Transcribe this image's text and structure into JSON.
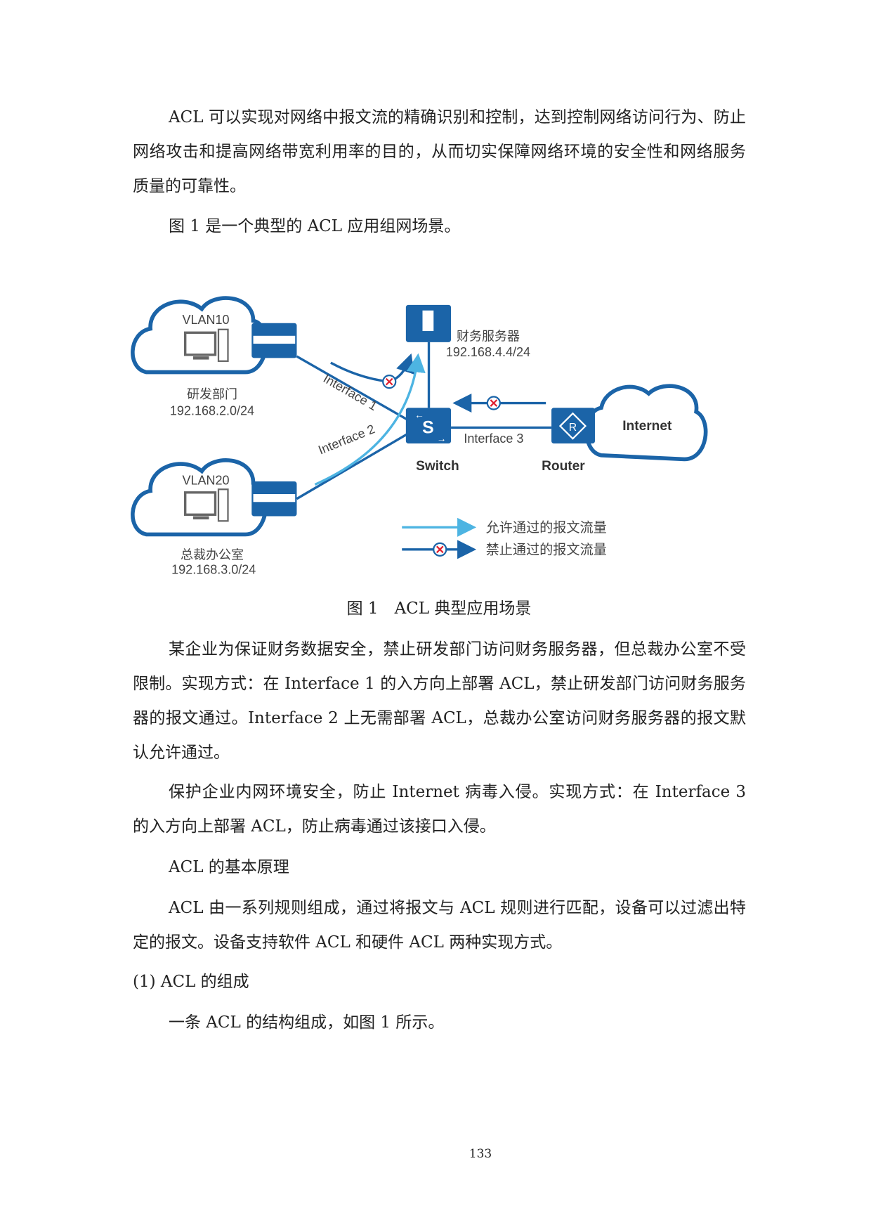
{
  "paragraphs": {
    "p1": "ACL 可以实现对网络中报文流的精确识别和控制，达到控制网络访问行为、防止网络攻击和提高网络带宽利用率的目的，从而切实保障网络环境的安全性和网络服务质量的可靠性。",
    "p2": "图 1 是一个典型的 ACL 应用组网场景。",
    "p3": "某企业为保证财务数据安全，禁止研发部门访问财务服务器，但总裁办公室不受限制。实现方式：在 Interface 1 的入方向上部署 ACL，禁止研发部门访问财务服务器的报文通过。Interface 2 上无需部署 ACL，总裁办公室访问财务服务器的报文默认允许通过。",
    "p4": "保护企业内网环境安全，防止 Internet 病毒入侵。实现方式：在 Interface 3 的入方向上部署 ACL，防止病毒通过该接口入侵。",
    "p5": "ACL 的基本原理",
    "p6": "ACL 由一系列规则组成，通过将报文与 ACL 规则进行匹配，设备可以过滤出特定的报文。设备支持软件 ACL 和硬件 ACL 两种实现方式。",
    "p7": "(1) ACL 的组成",
    "p8": "一条 ACL 的结构组成，如图 1 所示。"
  },
  "figure": {
    "caption": "图 1　ACL 典型应用场景",
    "vlan10": "VLAN10",
    "vlan20": "VLAN20",
    "dept1_name": "研发部门",
    "dept1_net": "192.168.2.0/24",
    "dept2_name": "总裁办公室",
    "dept2_net": "192.168.3.0/24",
    "server_name": "财务服务器",
    "server_ip": "192.168.4.4/24",
    "switch": "Switch",
    "router": "Router",
    "internet": "Internet",
    "if1": "Interface 1",
    "if2": "Interface 2",
    "if3": "Interface 3",
    "legend_allow": "允许通过的报文流量",
    "legend_deny": "禁止通过的报文流量",
    "colors": {
      "dark": "#1b64a8",
      "light": "#4db4e2",
      "deny": "#e02030"
    }
  },
  "page_number": "133"
}
